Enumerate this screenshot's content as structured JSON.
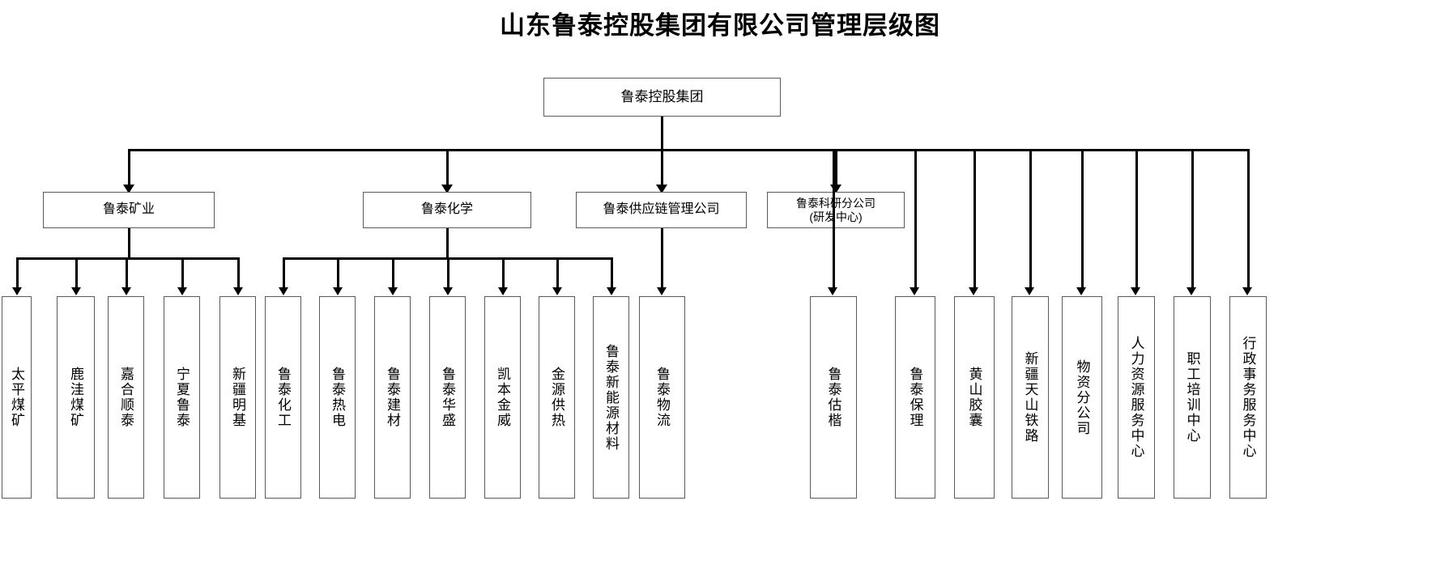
{
  "title": "山东鲁泰控股集团有限公司管理层级图",
  "root": {
    "label": "鲁泰控股集团"
  },
  "level2": [
    {
      "label": "鲁泰矿业"
    },
    {
      "label": "鲁泰化学"
    },
    {
      "label": "鲁泰供应链管理公司"
    },
    {
      "label_line1": "鲁泰科研分公司",
      "label_line2": "(研发中心)"
    }
  ],
  "mining_children": [
    {
      "label": "太平煤矿"
    },
    {
      "label": "鹿洼煤矿"
    },
    {
      "label": "嘉合顺泰"
    },
    {
      "label": "宁夏鲁泰"
    },
    {
      "label": "新疆明基"
    }
  ],
  "chemical_children": [
    {
      "label": "鲁泰化工"
    },
    {
      "label": "鲁泰热电"
    },
    {
      "label": "鲁泰建材"
    },
    {
      "label": "鲁泰华盛"
    },
    {
      "label": "凯本金威"
    },
    {
      "label": "金源供热"
    },
    {
      "label": "鲁泰新能源材料"
    }
  ],
  "supplychain_children": [
    {
      "label": "鲁泰物流"
    }
  ],
  "group_direct_children": [
    {
      "label": "鲁泰估楷"
    },
    {
      "label": "鲁泰保理"
    },
    {
      "label": "黄山胶囊"
    },
    {
      "label": "新疆天山铁路"
    },
    {
      "label": "物资分公司"
    },
    {
      "label": "人力资源服务中心"
    },
    {
      "label": "职工培训中心"
    },
    {
      "label": "行政事务服务中心"
    }
  ],
  "colors": {
    "box_border": "#5a5a5a",
    "connector": "#000000",
    "background": "#ffffff",
    "text": "#000000"
  }
}
